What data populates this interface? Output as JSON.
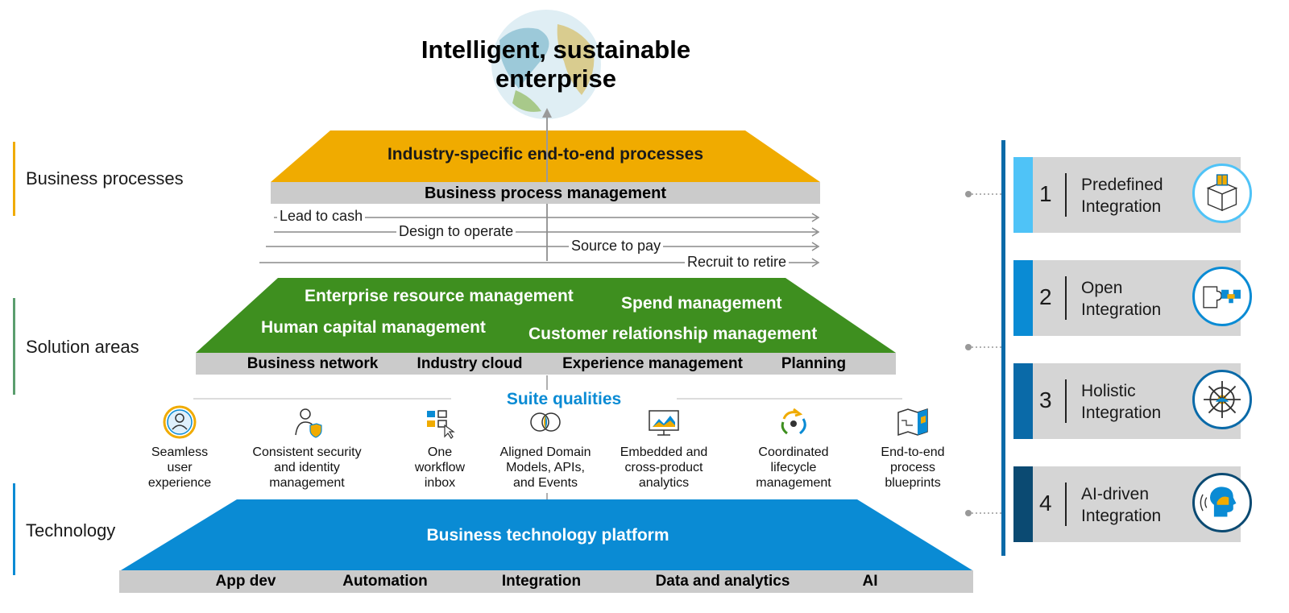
{
  "title": "Intelligent, sustainable enterprise",
  "layers": [
    {
      "label": "Business processes",
      "color": "#f0ab00"
    },
    {
      "label": "Solution areas",
      "color": "#5b9e6e"
    },
    {
      "label": "Technology",
      "color": "#0a8bd4"
    }
  ],
  "business_processes": {
    "heading": "Industry-specific end-to-end processes",
    "band": "Business process management",
    "flows": [
      "Lead to cash",
      "Design to operate",
      "Source to pay",
      "Recruit to retire"
    ]
  },
  "solution_areas": {
    "items": [
      "Enterprise resource management",
      "Spend management",
      "Human capital management",
      "Customer relationship management"
    ],
    "band": [
      "Business network",
      "Industry cloud",
      "Experience management",
      "Planning"
    ]
  },
  "suite_qualities": {
    "title": "Suite qualities",
    "items": [
      {
        "icon": "user-experience-icon",
        "lines": [
          "Seamless",
          "user",
          "experience"
        ]
      },
      {
        "icon": "security-identity-icon",
        "lines": [
          "Consistent security",
          "and identity",
          "management"
        ]
      },
      {
        "icon": "workflow-inbox-icon",
        "lines": [
          "One",
          "workflow",
          "inbox"
        ]
      },
      {
        "icon": "domain-models-icon",
        "lines": [
          "Aligned Domain",
          "Models, APIs,",
          "and Events"
        ]
      },
      {
        "icon": "analytics-icon",
        "lines": [
          "Embedded and",
          "cross-product",
          "analytics"
        ]
      },
      {
        "icon": "lifecycle-icon",
        "lines": [
          "Coordinated",
          "lifecycle",
          "management"
        ]
      },
      {
        "icon": "process-blueprint-icon",
        "lines": [
          "End-to-end",
          "process",
          "blueprints"
        ]
      }
    ]
  },
  "technology": {
    "heading": "Business technology platform",
    "band": [
      "App dev",
      "Automation",
      "Integration",
      "Data and analytics",
      "AI"
    ]
  },
  "integration": [
    {
      "num": "1",
      "lines": [
        "Predefined",
        "Integration"
      ],
      "stripe": "#4fc3f7",
      "icon": "package-box-icon"
    },
    {
      "num": "2",
      "lines": [
        "Open",
        "Integration"
      ],
      "stripe": "#0a8bd4",
      "icon": "puzzle-icon"
    },
    {
      "num": "3",
      "lines": [
        "Holistic",
        "Integration"
      ],
      "stripe": "#0a6aa8",
      "icon": "helm-wheel-icon"
    },
    {
      "num": "4",
      "lines": [
        "AI-driven",
        "Integration"
      ],
      "stripe": "#0b4a72",
      "icon": "ai-head-icon"
    }
  ],
  "colors": {
    "gold": "#f0ab00",
    "green": "#3e8f1f",
    "blue": "#0a8bd4",
    "grey": "#cbcbcb"
  }
}
